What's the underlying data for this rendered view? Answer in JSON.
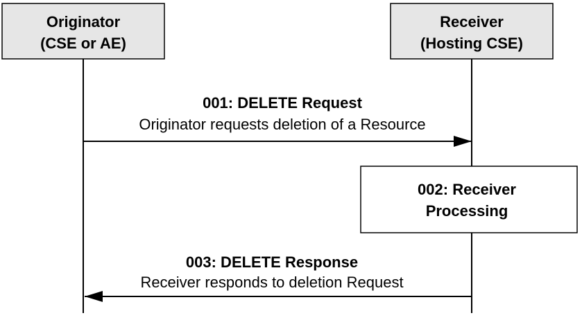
{
  "participants": {
    "originator": {
      "line1": "Originator",
      "line2": "(CSE or AE)"
    },
    "receiver": {
      "line1": "Receiver",
      "line2": "(Hosting CSE)"
    }
  },
  "steps": {
    "request": {
      "title": "001: DELETE Request",
      "description": "Originator requests deletion of a Resource"
    },
    "processing": {
      "line1": "002: Receiver",
      "line2": "Processing"
    },
    "response": {
      "title": "003: DELETE Response",
      "description": "Receiver responds to deletion Request"
    }
  },
  "colors": {
    "participant_fill": "#e6e6e6",
    "stroke": "#000000",
    "process_fill": "#ffffff"
  }
}
